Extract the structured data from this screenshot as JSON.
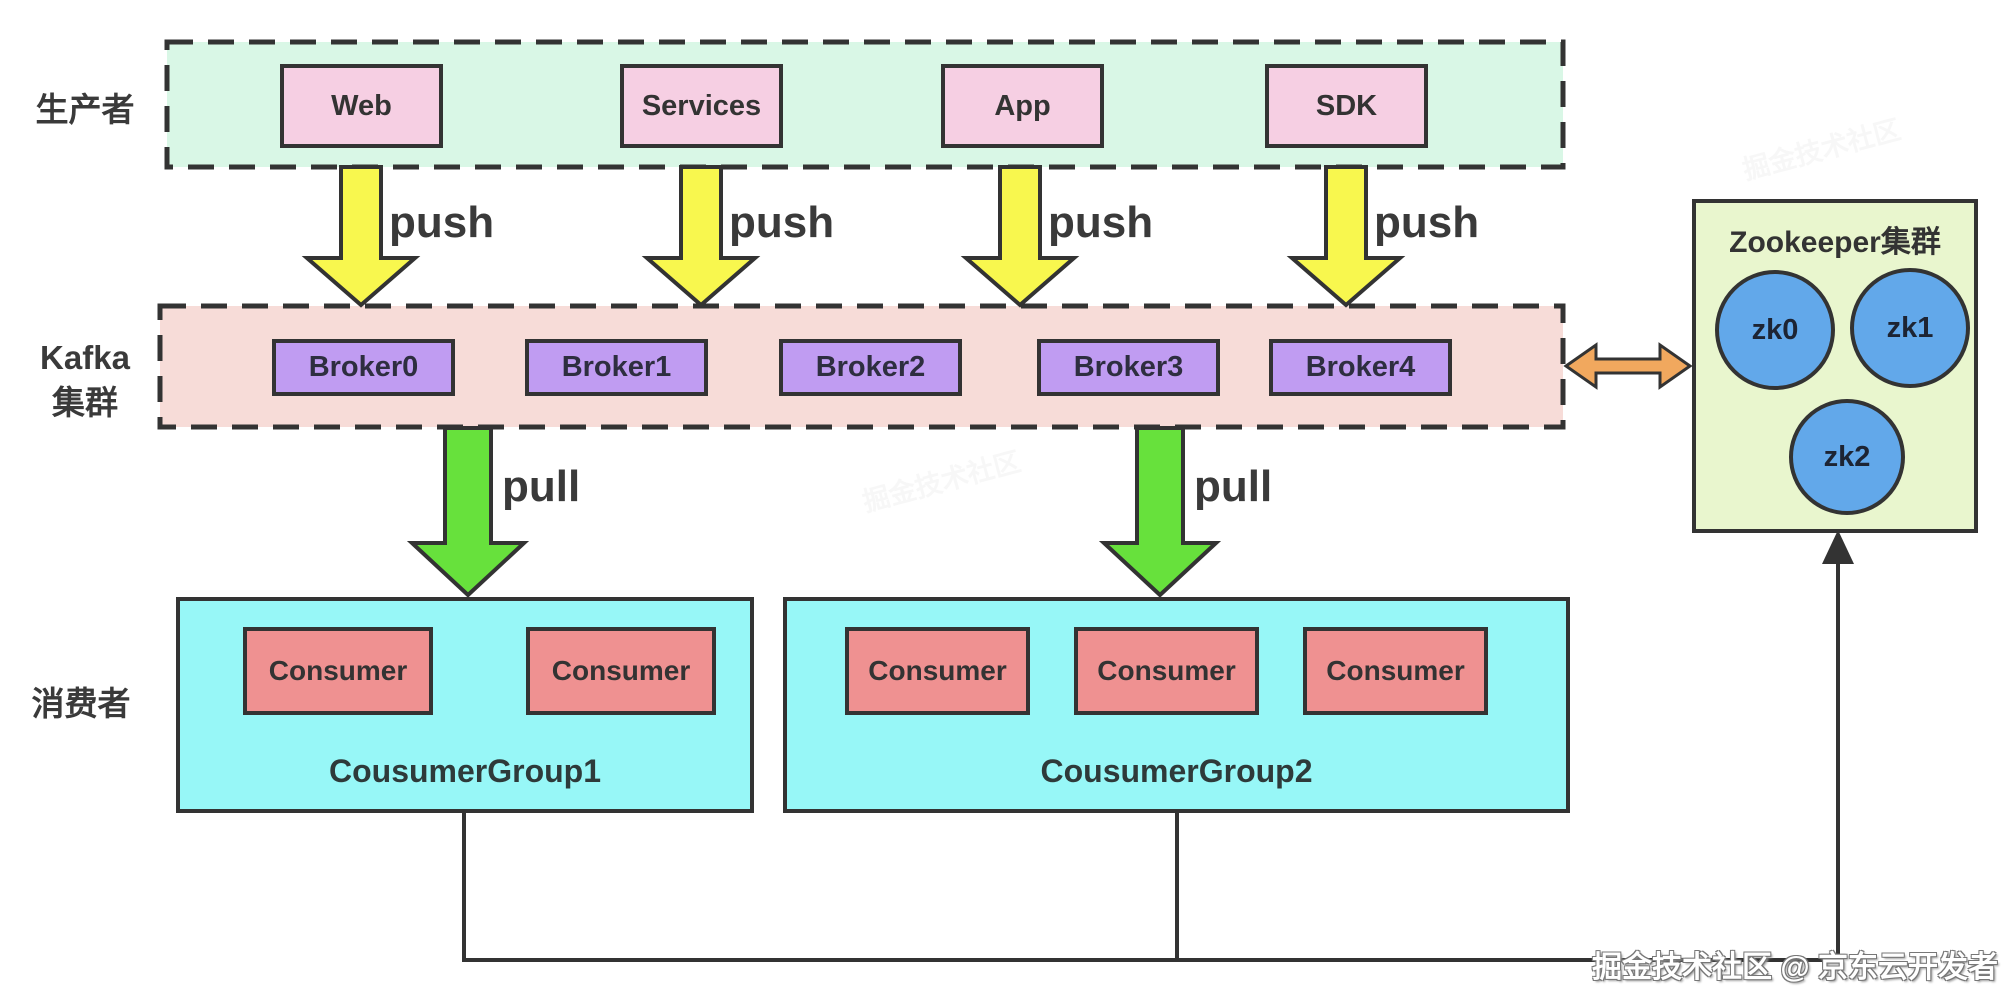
{
  "tiers": {
    "producers_label": "生产者",
    "kafka_label": "Kafka\n集群",
    "consumers_label": "消费者"
  },
  "producers": {
    "items": [
      "Web",
      "Services",
      "App",
      "SDK"
    ]
  },
  "arrows": {
    "push": "push",
    "pull": "pull"
  },
  "kafka": {
    "brokers": [
      "Broker0",
      "Broker1",
      "Broker2",
      "Broker3",
      "Broker4"
    ]
  },
  "zookeeper": {
    "title": "Zookeeper集群",
    "nodes": [
      "zk0",
      "zk1",
      "zk2"
    ]
  },
  "consumer_groups": {
    "group1": {
      "label": "CousumerGroup1",
      "consumers": [
        "Consumer",
        "Consumer"
      ]
    },
    "group2": {
      "label": "CousumerGroup2",
      "consumers": [
        "Consumer",
        "Consumer",
        "Consumer"
      ]
    }
  },
  "watermark": {
    "credit": "掘金技术社区 @ 京东云开发者",
    "faint": "掘金技术社区"
  },
  "colors": {
    "producer_band_bg": "#d9f7e6",
    "producer_box_bg": "#f6cfe3",
    "kafka_band_bg": "#f7dcd8",
    "broker_box_bg": "#c09cf2",
    "consumer_group_bg": "#97f7f7",
    "consumer_box_bg": "#ef9191",
    "zookeeper_bg": "#e9f6ce",
    "zk_node_bg": "#62a8ea",
    "push_arrow": "#f8f74e",
    "pull_arrow": "#67e13c",
    "sync_arrow": "#f1a85e",
    "line": "#333333"
  }
}
